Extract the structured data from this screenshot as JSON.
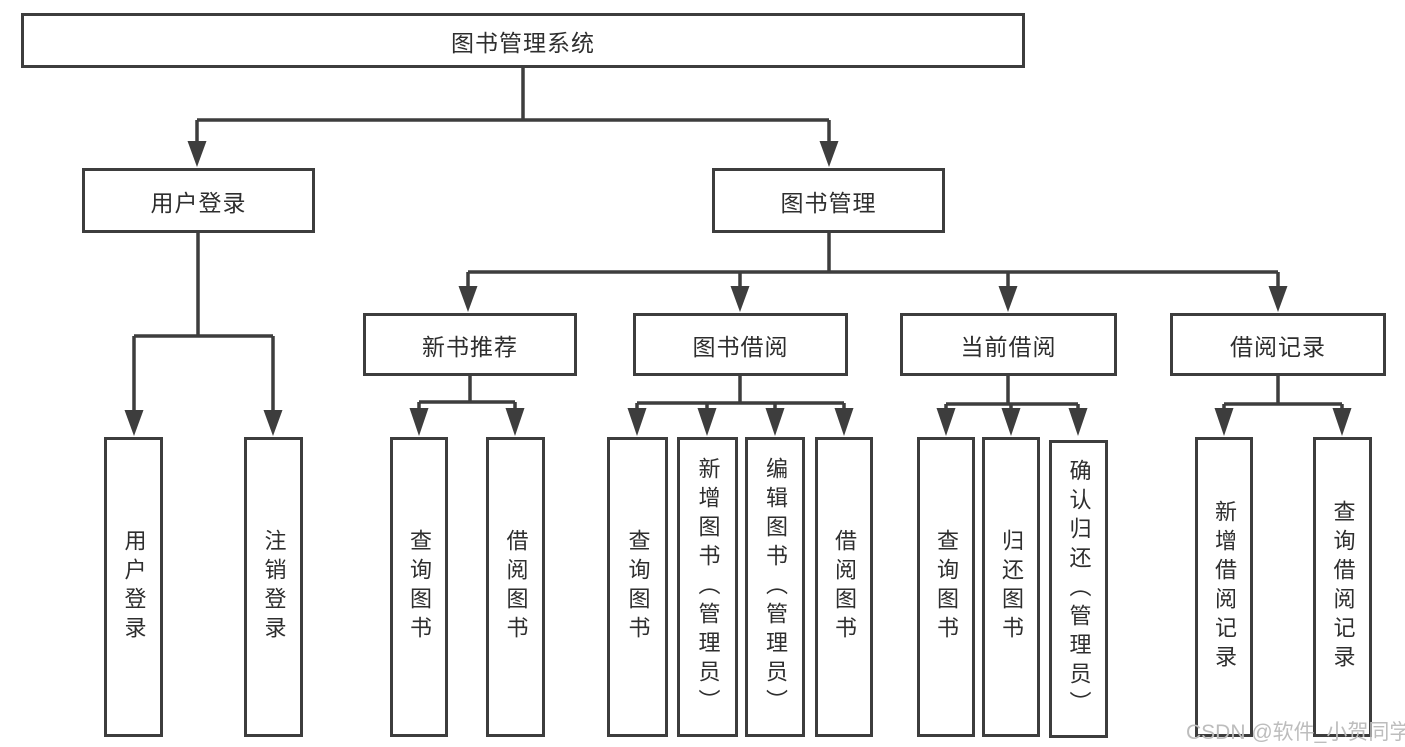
{
  "diagram": {
    "root": "图书管理系统",
    "level2": {
      "user_login": "用户登录",
      "book_management": "图书管理"
    },
    "level3": {
      "new_book_recommend": "新书推荐",
      "book_borrowing": "图书借阅",
      "current_borrowing": "当前借阅",
      "borrowing_records": "借阅记录"
    },
    "leaves": {
      "user_login": "用户登录",
      "logout": "注销登录",
      "nbr_query_books": "查询图书",
      "nbr_borrow_books": "借阅图书",
      "bb_query_books": "查询图书",
      "bb_add_books_admin": "新增图书（管理员）",
      "bb_edit_books_admin": "编辑图书（管理员）",
      "bb_borrow_books": "借阅图书",
      "cb_query_books": "查询图书",
      "cb_return_books": "归还图书",
      "cb_confirm_return_admin": "确认归还（管理员）",
      "br_add_record": "新增借阅记录",
      "br_query_record": "查询借阅记录"
    },
    "watermark": "CSDN @软件_小贺同学"
  }
}
